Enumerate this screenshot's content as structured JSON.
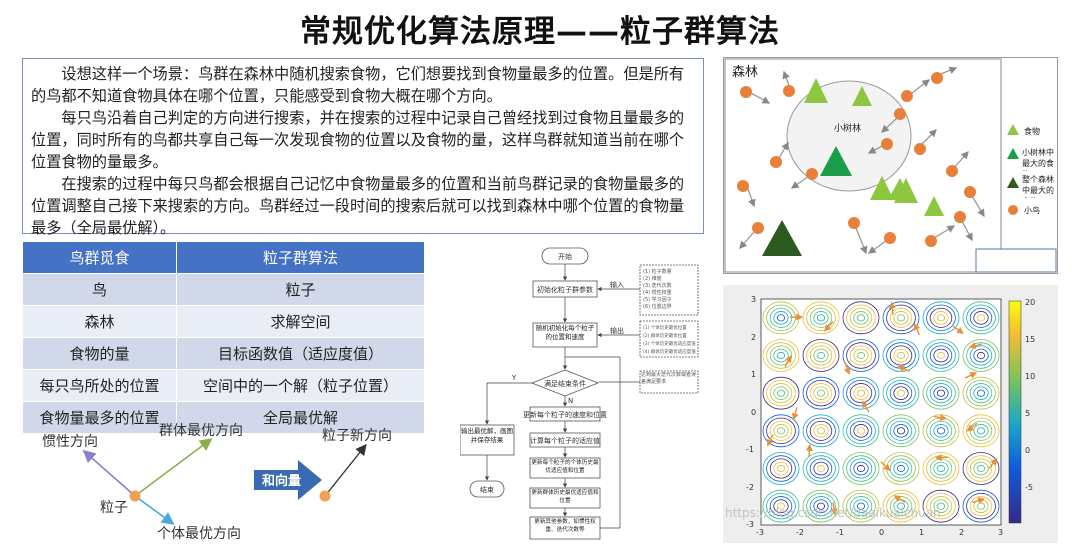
{
  "title": "常规优化算法原理——粒子群算法",
  "intro": {
    "p1": "设想这样一个场景：鸟群在森林中随机搜索食物，它们想要找到食物量最多的位置。但是所有的鸟都不知道食物具体在哪个位置，只能感受到食物大概在哪个方向。",
    "p2": "每只鸟沿着自己判定的方向进行搜索，并在搜索的过程中记录自己曾经找到过食物且量最多的位置，同时所有的鸟都共享自己每一次发现食物的位置以及食物的量，这样鸟群就知道当前在哪个位置食物的量最多。",
    "p3": "在搜索的过程中每只鸟都会根据自己记忆中食物量最多的位置和当前鸟群记录的食物量最多的位置调整自己接下来搜索的方向。鸟群经过一段时间的搜索后就可以找到森林中哪个位置的食物量最多（全局最优解）。"
  },
  "table": {
    "headers": [
      "鸟群觅食",
      "粒子群算法"
    ],
    "rows": [
      [
        "鸟",
        "粒子"
      ],
      [
        "森林",
        "求解空间"
      ],
      [
        "食物的量",
        "目标函数值（适应度值）"
      ],
      [
        "每只鸟所处的位置",
        "空间中的一个解（粒子位置）"
      ],
      [
        "食物量最多的位置",
        "全局最优解"
      ]
    ]
  },
  "vectors": {
    "inertia": "惯性方向",
    "group_best": "群体最优方向",
    "individual_best": "个体最优方向",
    "particle": "粒子",
    "sum_arrow": "和向量",
    "new_direction": "粒子新方向",
    "accent": "#f0a050",
    "inertia_color": "#8a7fc8",
    "group_color": "#8ab04a",
    "individual_color": "#4aa8d8",
    "sum_color": "#3a6ab0"
  },
  "flowchart": {
    "start": "开始",
    "init_params": "初始化粒子群参数",
    "input": "输入",
    "param_list": [
      "(1) 粒子数量",
      "(2) 维度",
      "(3) 迭代次数",
      "(4) 惯性权重",
      "(5) 学习因子",
      "(6) 位置边界"
    ],
    "init_random": "随机初始化每个粒子的位置和速度",
    "output": "输出",
    "output_list": [
      "(1) 个体历史最优位置",
      "(2) 群体历史最优位置",
      "(3) 个体历史最优适应度值",
      "(4) 群体历史最优适应度值"
    ],
    "condition": "满足结束条件",
    "condition_note": "达到最大迭代次数或者误差满足要求",
    "yes": "Y",
    "no": "N",
    "update_velocity": "更新每个粒子的速度和位置",
    "calc_fitness": "计算每个粒子的适应值",
    "update_personal": "更新每个粒子的个体历史最优适应值和位置",
    "update_global": "更新群体历史最优适应值和位置",
    "update_params": "更新其他参数，如惯性权重、迭代次数等",
    "output_result": "输出最优解，画图并保存结果",
    "end": "结束"
  },
  "forest": {
    "forest_label": "森林",
    "grove_label": "小树林",
    "legend": [
      "食物",
      "小树林中最大的食物",
      "整个森林中最大的食物",
      "小鸟"
    ],
    "food_color": "#8dc63f",
    "grove_food_color": "#1a9e4a",
    "forest_food_color": "#2d5a1e",
    "bird_color": "#e8803a"
  },
  "heatmap": {
    "colorbar_ticks": [
      "20",
      "15",
      "10",
      "5",
      "0",
      "-5"
    ],
    "y_ticks": [
      "3",
      "2",
      "1",
      "0",
      "-1",
      "-2",
      "-3"
    ],
    "x_ticks": [
      "-3",
      "-2",
      "-1",
      "0",
      "1",
      "2",
      "3"
    ],
    "watermark": "https://blog.csdn.net/daaikuaichuan"
  }
}
